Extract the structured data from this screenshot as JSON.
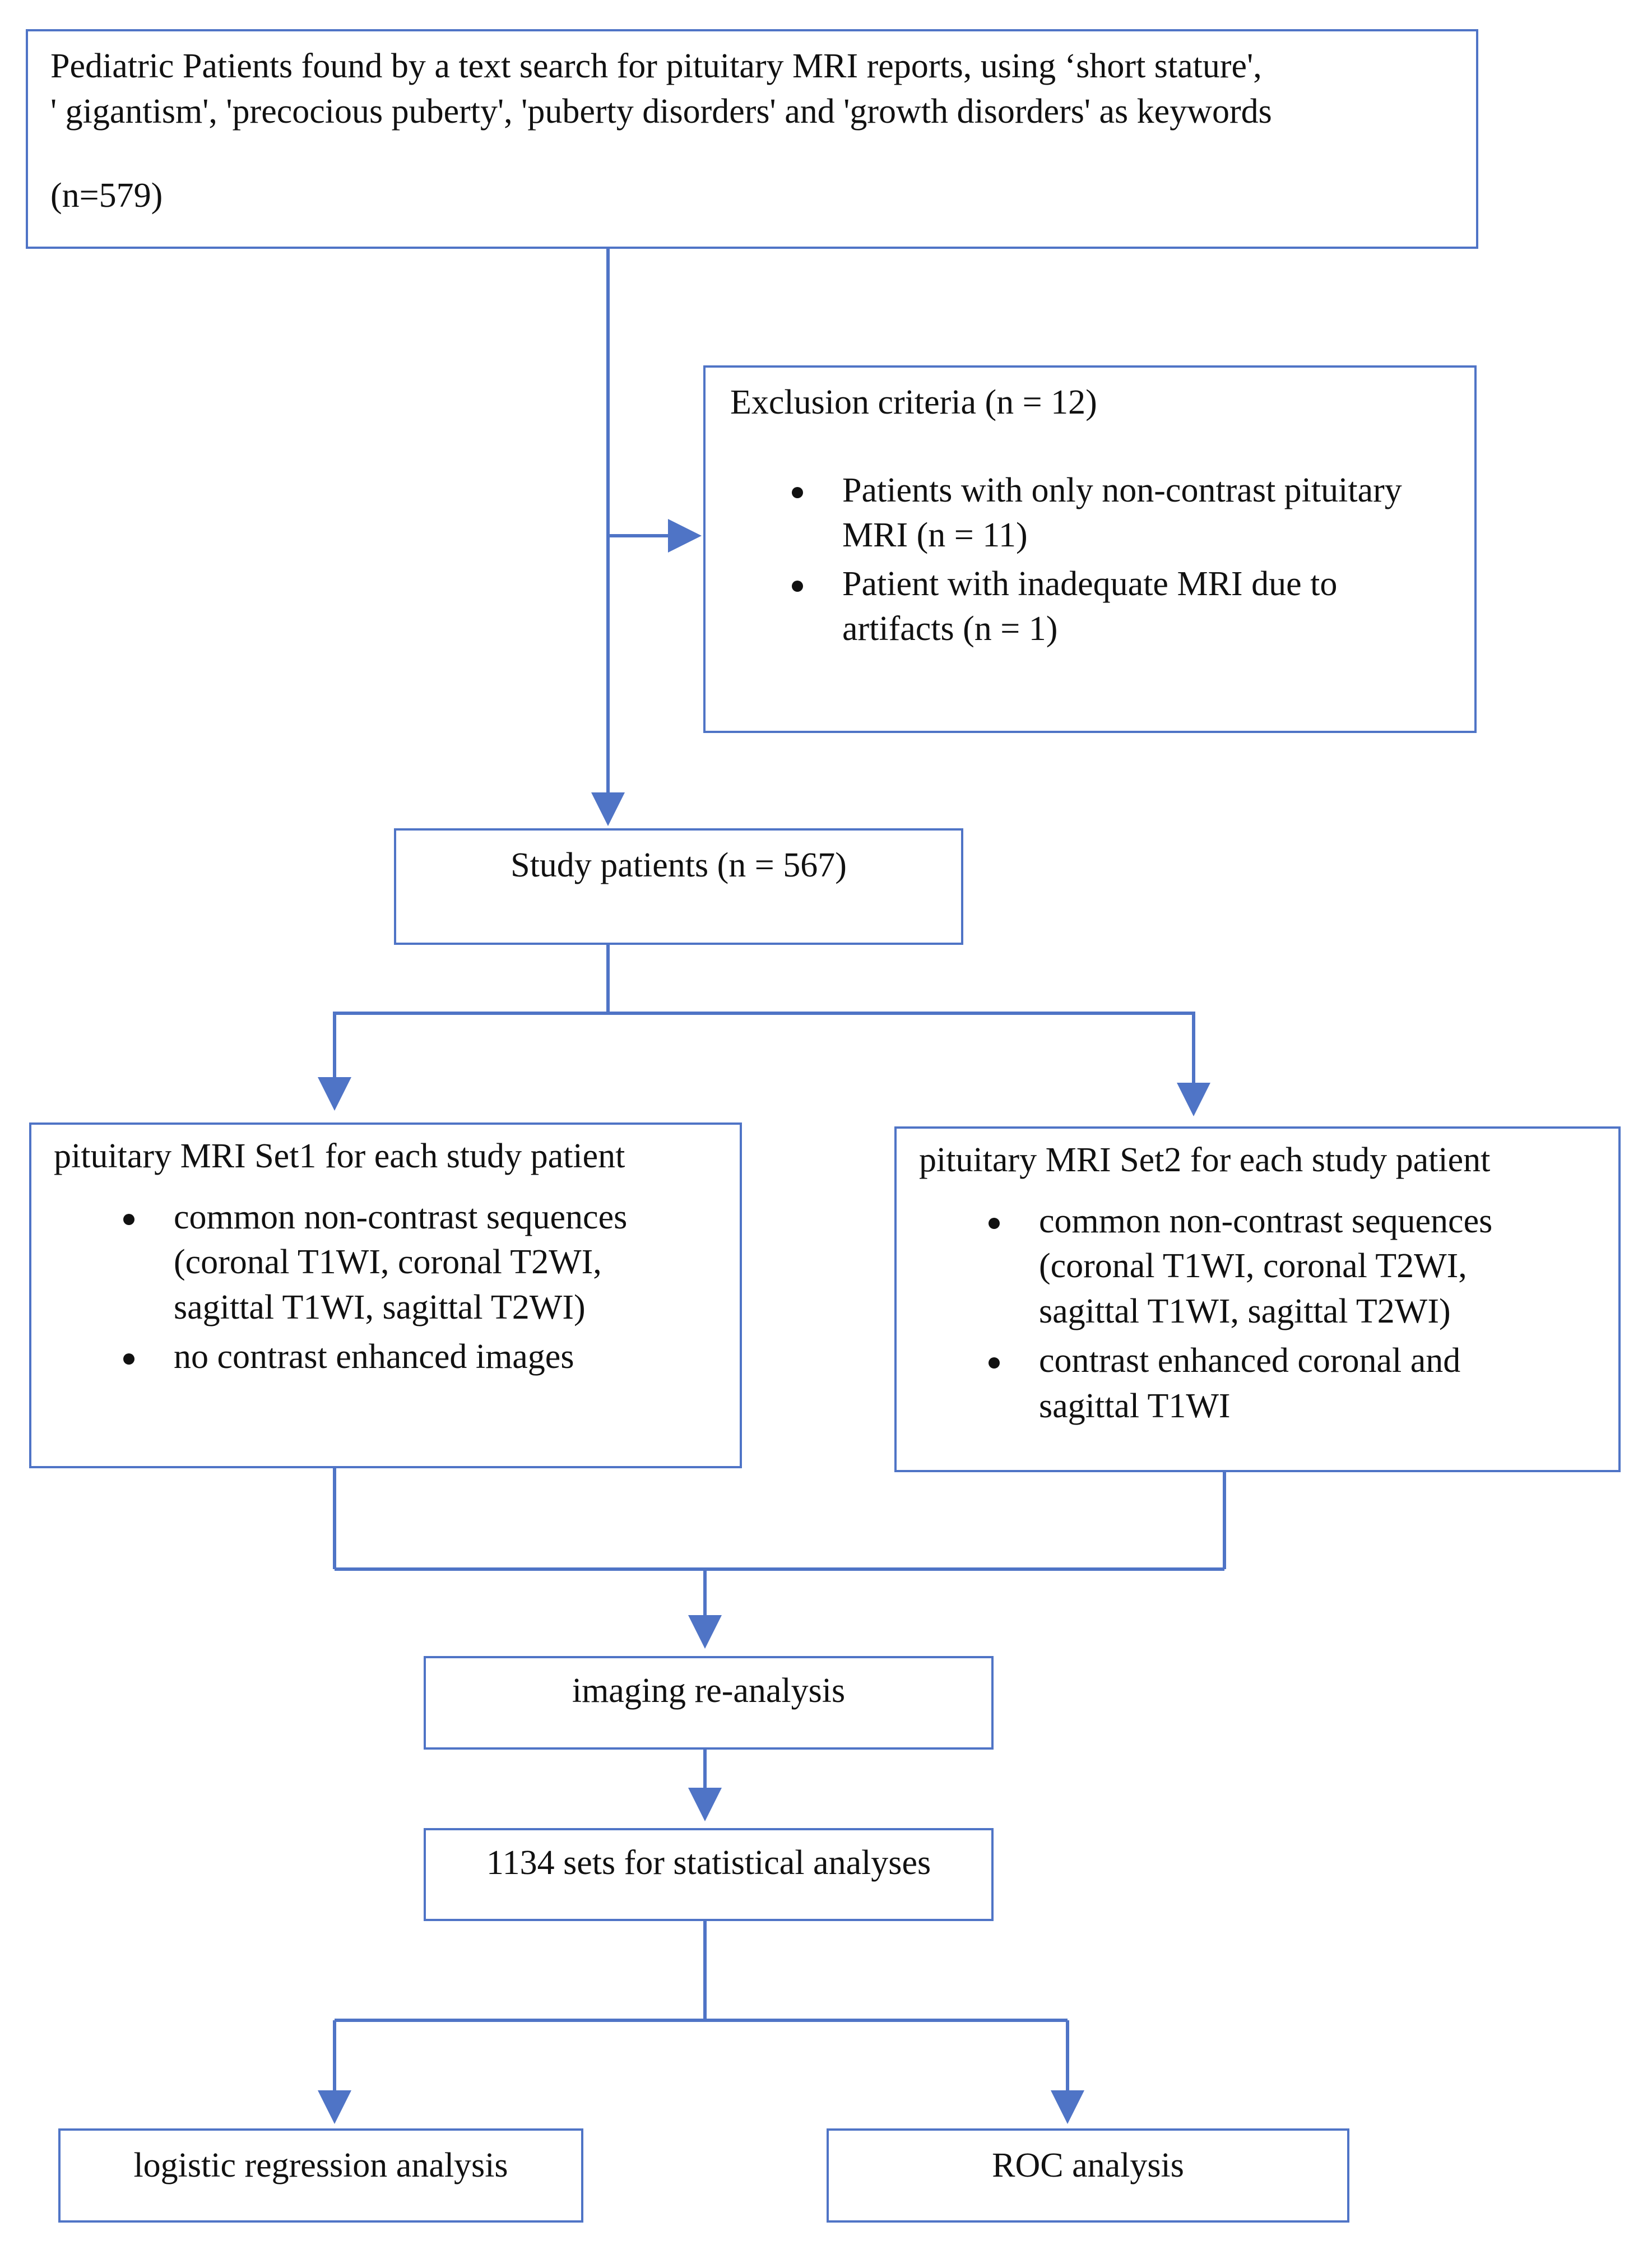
{
  "diagram": {
    "accent_color": "#4f74c6",
    "boxes": {
      "initial": {
        "line1": "Pediatric Patients found by a text search for pituitary MRI reports, using ‘short stature',",
        "line2": "' gigantism', 'precocious puberty', 'puberty disorders' and 'growth disorders' as keywords",
        "count": "(n=579)"
      },
      "exclusion": {
        "title": "Exclusion criteria (n = 12)",
        "items": [
          "Patients with only non-contrast pituitary MRI (n = 11)",
          "Patient with inadequate MRI due to artifacts (n = 1)"
        ]
      },
      "study": {
        "label": "Study patients (n = 567)"
      },
      "set1": {
        "title": "pituitary MRI Set1 for each study patient",
        "items": [
          "common non-contrast sequences (coronal T1WI, coronal T2WI, sagittal T1WI, sagittal T2WI)",
          "no contrast enhanced images"
        ]
      },
      "set2": {
        "title": "pituitary MRI Set2 for each study patient",
        "items": [
          "common non-contrast sequences (coronal T1WI, coronal T2WI, sagittal T1WI, sagittal T2WI)",
          "contrast enhanced coronal and sagittal T1WI"
        ]
      },
      "reanalysis": {
        "label": "imaging re-analysis"
      },
      "stats": {
        "label": "1134 sets for statistical analyses"
      },
      "logistic": {
        "label": "logistic regression analysis"
      },
      "roc": {
        "label": "ROC analysis"
      }
    }
  }
}
